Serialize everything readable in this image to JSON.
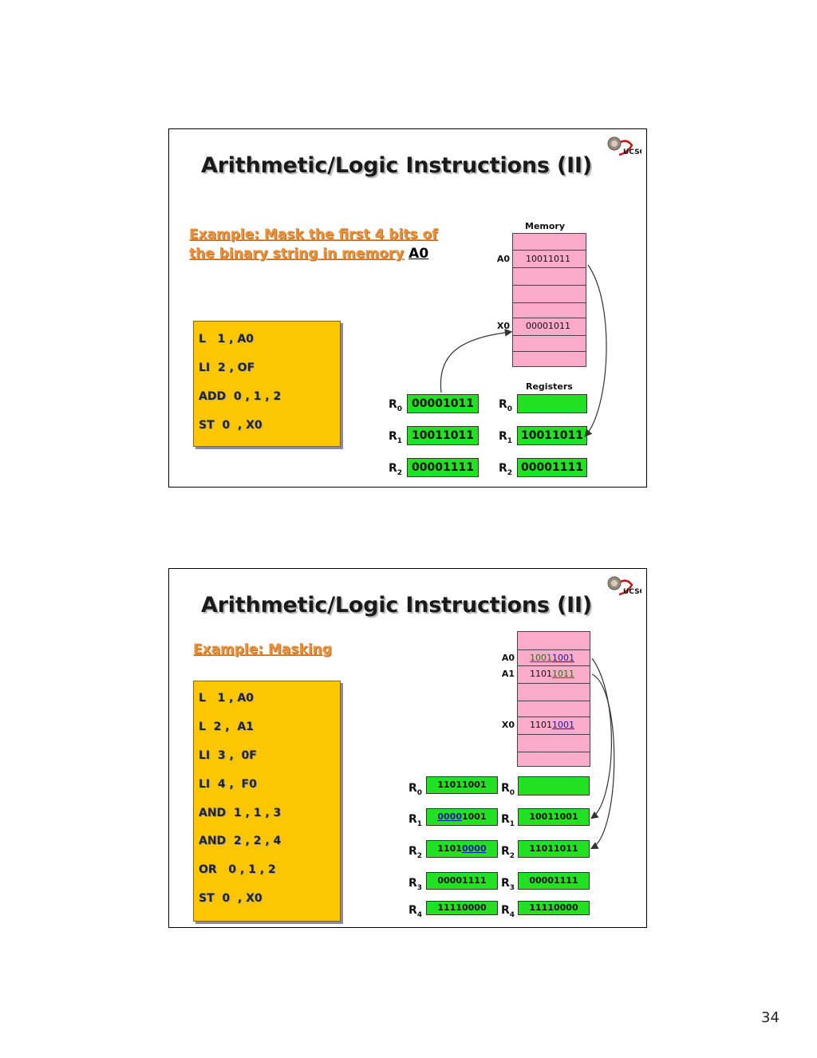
{
  "slide1": {
    "title": "Arithmetic/Logic Instructions (II)",
    "logo_text": "UCSC",
    "example_line1": "Example: Mask the first 4 bits of",
    "example_line2": "the binary string in memory",
    "example_ref": "A0",
    "code": [
      "L   1 , A0",
      "LI  2 , OF",
      "ADD  0 , 1 , 2",
      "ST  0  , X0"
    ],
    "memory_caption": "Memory",
    "memory": {
      "a0_label": "A0",
      "a0_value": "10011011",
      "x0_label": "X0",
      "x0_value": "00001011"
    },
    "registers_caption": "Registers",
    "left_regs": [
      {
        "label": "R",
        "sub": "0",
        "value": "00001011"
      },
      {
        "label": "R",
        "sub": "1",
        "value": "10011011"
      },
      {
        "label": "R",
        "sub": "2",
        "value": "00001111"
      }
    ],
    "right_regs": [
      {
        "label": "R",
        "sub": "0",
        "value": ""
      },
      {
        "label": "R",
        "sub": "1",
        "value": "10011011"
      },
      {
        "label": "R",
        "sub": "2",
        "value": "00001111"
      }
    ]
  },
  "slide2": {
    "title": "Arithmetic/Logic Instructions (II)",
    "logo_text": "UCSC",
    "example": "Example: Masking",
    "code": [
      "L   1 , A0",
      "L  2 ,  A1",
      "LI  3 ,  0F",
      "LI  4 ,  F0",
      "AND  1 , 1 , 3",
      "AND  2 , 2 , 4",
      "OR   0 , 1 , 2",
      "ST  0  , X0"
    ],
    "memory": {
      "a0_label": "A0",
      "a0_hi": "1001",
      "a0_lo": "1001",
      "a1_label": "A1",
      "a1_hi": "1101",
      "a1_lo": "1011",
      "x0_label": "X0",
      "x0_hi": "1101",
      "x0_lo": "1001"
    },
    "left_regs": [
      {
        "label": "R",
        "sub": "0",
        "value": "11011001"
      },
      {
        "label": "R",
        "sub": "1",
        "value_hi": "0000",
        "value_lo": "1001"
      },
      {
        "label": "R",
        "sub": "2",
        "value_hi": "1101",
        "value_lo": "0000"
      },
      {
        "label": "R",
        "sub": "3",
        "value": "00001111"
      },
      {
        "label": "R",
        "sub": "4",
        "value": "11110000"
      }
    ],
    "right_regs": [
      {
        "label": "R",
        "sub": "0",
        "value": ""
      },
      {
        "label": "R",
        "sub": "1",
        "value": "10011001"
      },
      {
        "label": "R",
        "sub": "2",
        "value": "11011011"
      },
      {
        "label": "R",
        "sub": "3",
        "value": "00001111"
      },
      {
        "label": "R",
        "sub": "4",
        "value": "11110000"
      }
    ]
  },
  "page_number": "34"
}
